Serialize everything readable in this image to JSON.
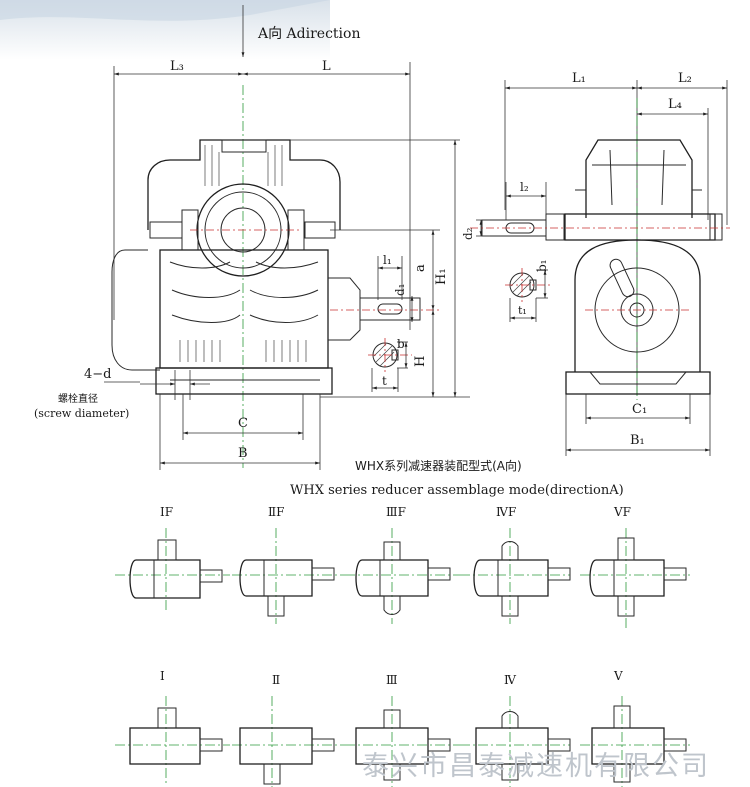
{
  "direction_label": "A向 Adirection",
  "front_view": {
    "dims": {
      "L3": "L₃",
      "L": "L",
      "H1": "H₁",
      "a": "a",
      "l1": "l₁",
      "d1": "d₁",
      "b": "b",
      "H": "H",
      "t": "t",
      "C": "C",
      "B": "B",
      "four_d": "4−d"
    },
    "bolt_label_cn": "螺栓直径",
    "bolt_label_en": "(screw diameter)"
  },
  "side_view": {
    "dims": {
      "L1": "L₁",
      "L2": "L₂",
      "L4": "L₄",
      "l2": "l₂",
      "d2": "d₂",
      "b1": "b₁",
      "t1": "t₁",
      "C1": "C₁",
      "B1": "B₁"
    }
  },
  "assembly": {
    "title_cn": "WHX系列减速器装配型式(A向)",
    "title_en": "WHX series reducer assemblage mode(directionA)",
    "row1": [
      "ⅠF",
      "ⅡF",
      "ⅢF",
      "ⅣF",
      "ⅤF"
    ],
    "row2": [
      "Ⅰ",
      "Ⅱ",
      "Ⅲ",
      "Ⅳ",
      "Ⅴ"
    ]
  },
  "watermark": "泰兴市昌泰减速机有限公司"
}
